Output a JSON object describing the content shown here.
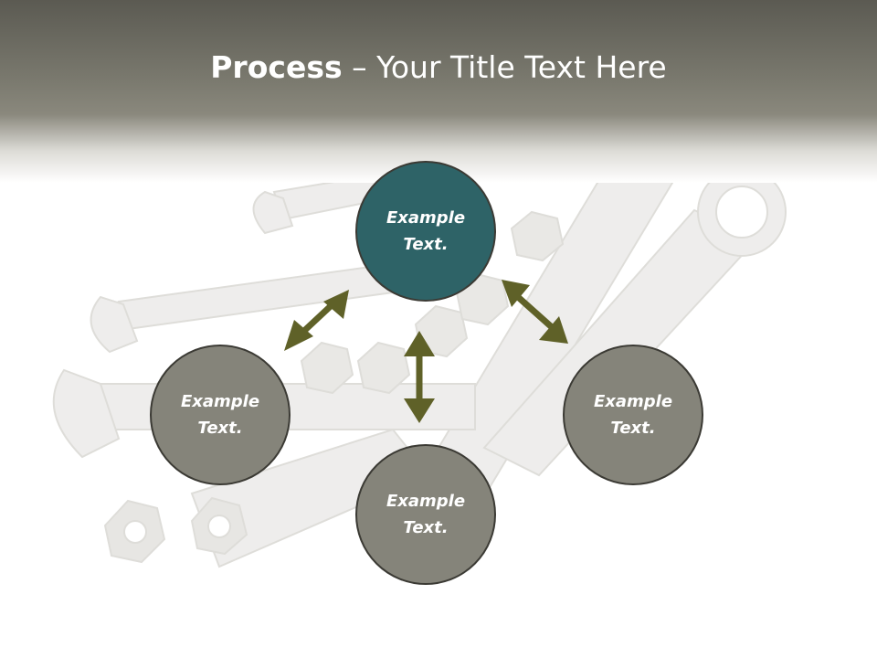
{
  "title": {
    "bold": "Process",
    "rest": " – Your Title Text Here"
  },
  "nodes": {
    "top": {
      "line1": "Example",
      "line2": "Text."
    },
    "left": {
      "line1": "Example",
      "line2": "Text."
    },
    "bottom": {
      "line1": "Example",
      "line2": "Text."
    },
    "right": {
      "line1": "Example",
      "line2": "Text."
    }
  },
  "colors": {
    "title_bar": "#6f6e64",
    "center_node": "#2e6367",
    "outer_node": "#85847a",
    "arrow": "#5f6128"
  }
}
